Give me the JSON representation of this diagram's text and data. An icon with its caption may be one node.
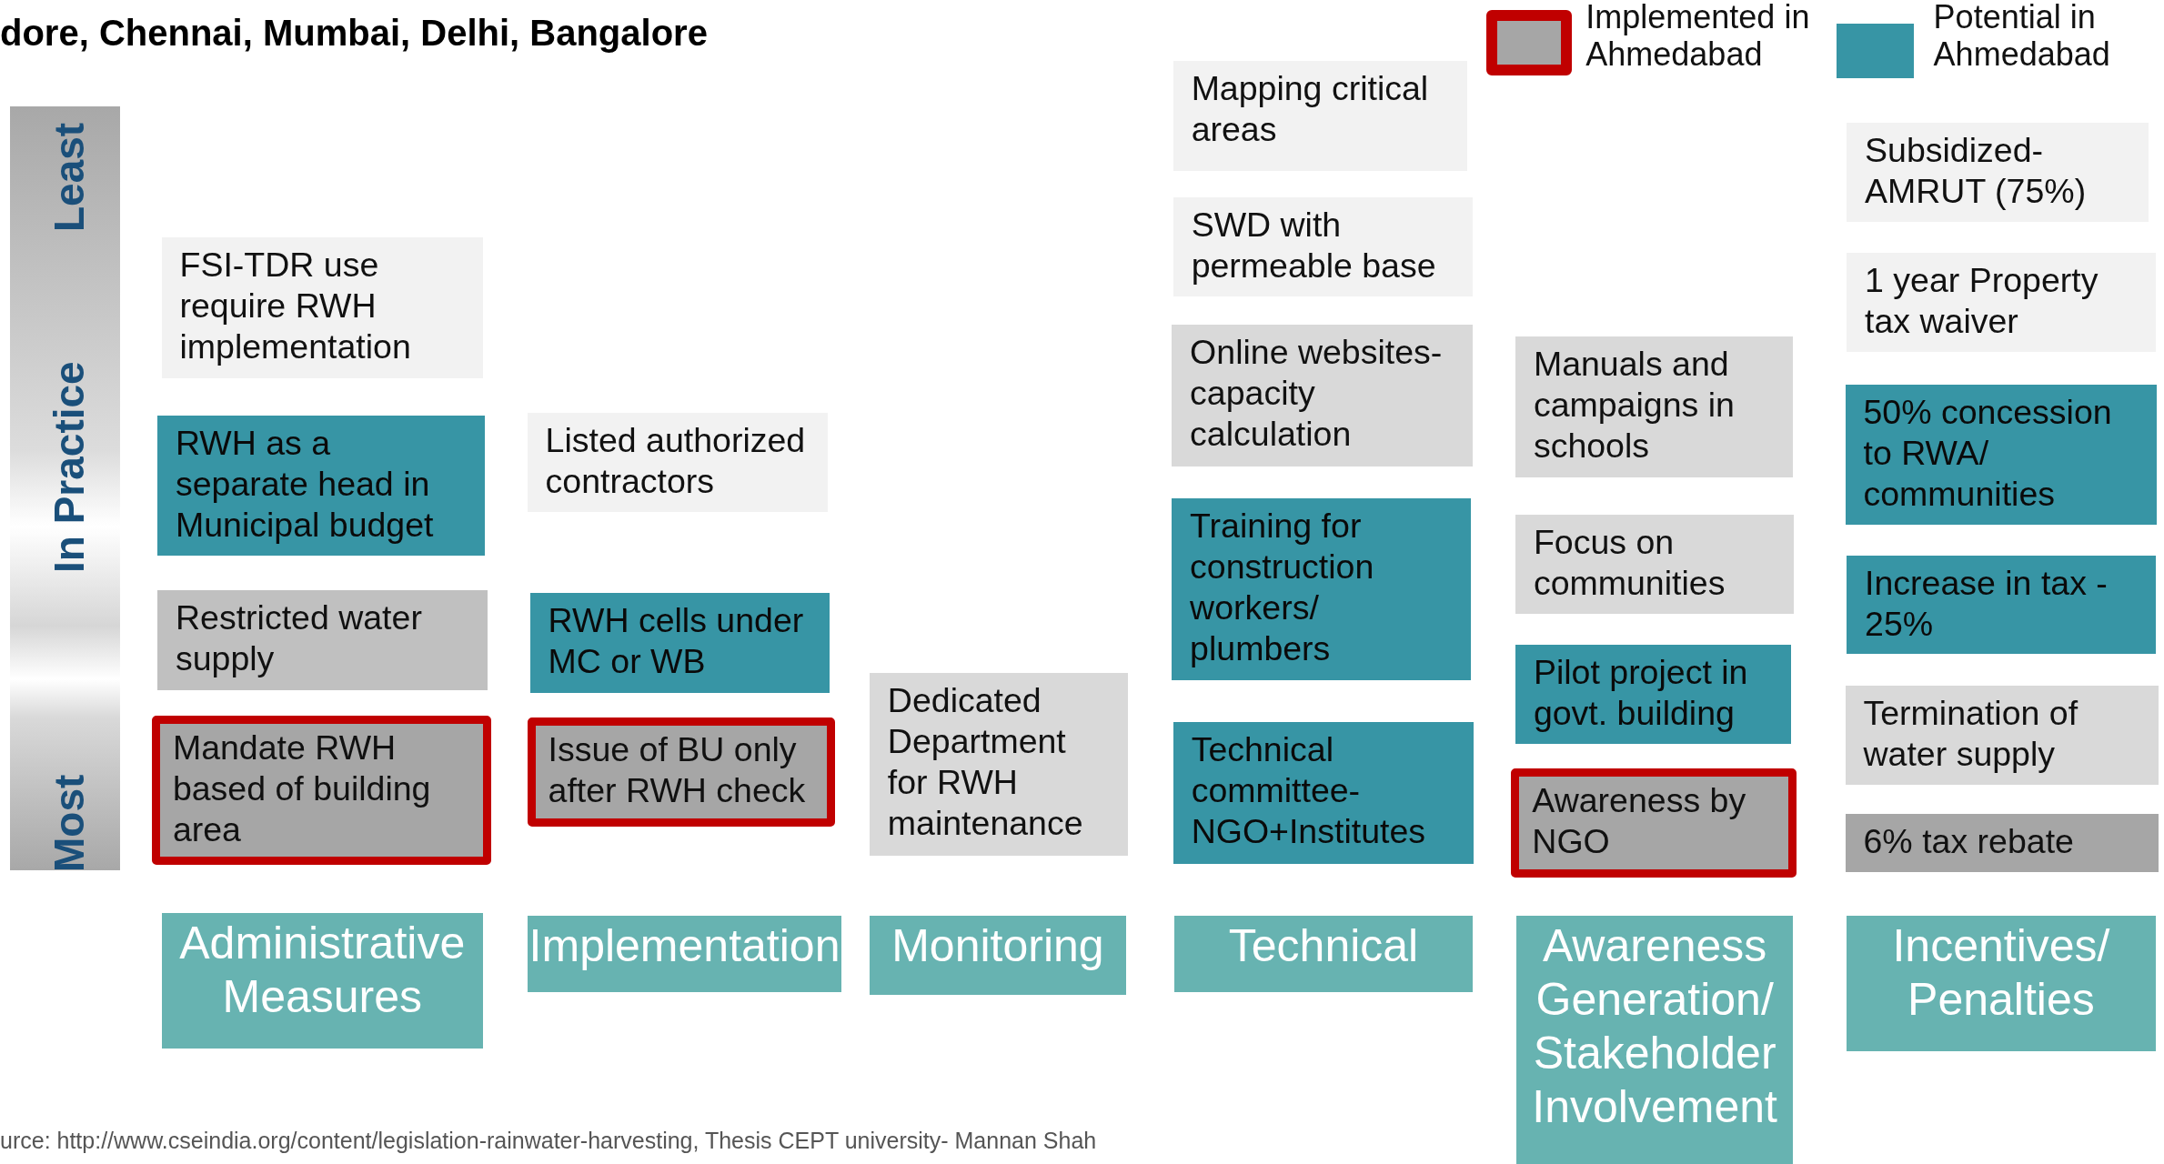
{
  "diagram": {
    "nodes": [
      {
        "text": [
          "Least",
          "In Practice",
          "Most"
        ]
      },
      {
        "text": [
          "FSI-TDR use require RWH implementation"
        ]
      },
      {
        "text": [
          "RWH as a separate head in Municipal budget"
        ]
      },
      {
        "text": [
          "Restricted water supply"
        ]
      },
      {
        "text": [
          "Mandate RWH based of building area"
        ]
      },
      {
        "text": [
          "Listed authorized contractors"
        ]
      },
      {
        "text": [
          "RWH cells under MC or WB"
        ]
      },
      {
        "text": [
          "Issue of BU only after RWH check"
        ]
      },
      {
        "text": [
          "Dedicated Department for RWH maintenance"
        ]
      },
      {
        "text": [
          "Mapping critical areas"
        ]
      },
      {
        "text": [
          "SWD with permeable base"
        ]
      },
      {
        "text": [
          "Online websites- capacity calculation"
        ]
      },
      {
        "text": [
          "Training for construction workers/ plumbers"
        ]
      },
      {
        "text": [
          "Technical committee- NGO+Institutes"
        ]
      },
      {
        "text": [
          "Manuals and campaigns in schools"
        ]
      },
      {
        "text": [
          "Focus on communities"
        ]
      },
      {
        "text": [
          "Pilot project in govt. building"
        ]
      },
      {
        "text": [
          "Awareness by NGO"
        ]
      },
      {
        "text": [
          "Subsidized- AMRUT (75%)"
        ]
      },
      {
        "text": [
          "1 year Property tax waiver"
        ]
      },
      {
        "text": [
          "50% concession to RWA/ communities"
        ]
      },
      {
        "text": [
          "Increase in tax - 25%"
        ]
      },
      {
        "text": [
          "Termination of water supply"
        ]
      },
      {
        "text": [
          "6% tax rebate"
        ]
      },
      {
        "text": [
          "Administrative Measures"
        ]
      },
      {
        "text": [
          "Implementation"
        ]
      },
      {
        "text": [
          "Monitoring"
        ]
      },
      {
        "text": [
          "Technical"
        ]
      },
      {
        "text": [
          "Awareness Generation/ Stakeholder Involvement"
        ]
      },
      {
        "text": [
          "Incentives/ Penalties"
        ]
      }
    ],
    "edges": [],
    "labels": [
      "dore, Chennai, Mumbai, Delhi, Bangalore",
      "urce: http://www.cseindia.org/content/legislation-rainwater-harvesting, Thesis CEPT university- Mannan Shah"
    ],
    "legend": [
      {
        "text": "Implemented in Ahmedabad",
        "color": "#a6a6a6"
      },
      {
        "text": "Potential in Ahmedabad",
        "color": "#3795a5"
      }
    ]
  }
}
